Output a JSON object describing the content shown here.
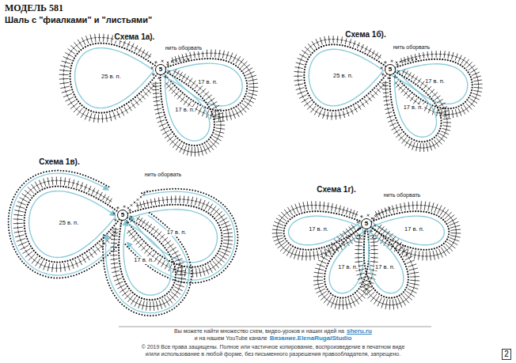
{
  "diagram": {
    "title": "МОДЕЛЬ 581",
    "nodes": [
      {
        "text": [
          "5"
        ]
      },
      {
        "text": [
          "5"
        ]
      },
      {
        "text": [
          "5"
        ]
      },
      {
        "text": [
          "5"
        ]
      },
      {
        "text": [
          "2"
        ]
      }
    ],
    "labels": [
      "Шаль с \"фиалками\" и \"листьями\"",
      "Схема 1а).",
      "нить оборвать",
      "25 в. п.",
      "17 в. п.",
      "17 в. п.",
      "Схема 1б).",
      "нить оборвать",
      "25 в. п.",
      "17 в. п.",
      "17 в. п.",
      "Схема 1в).",
      "нить оборвать",
      "25 в. п.",
      "17 в. п.",
      "17 в. п.",
      "Схема 1г).",
      "нить оборвать",
      "17 в. п.",
      "17 в. п.",
      "17 в. п.",
      "17 в. п.",
      "Вы можете найти множество схем, видео-уроков и наших идей на",
      "sheru.ru",
      "и на нашем YouTube канале",
      "Вязание.ElenaRugalStudio",
      "© 2019 Все права защищены. Полное или частичное копирование, воспроизведение в печатном виде",
      "и/или использование в любой форме, без письменного разрешения правообладателя, запрещено."
    ]
  }
}
